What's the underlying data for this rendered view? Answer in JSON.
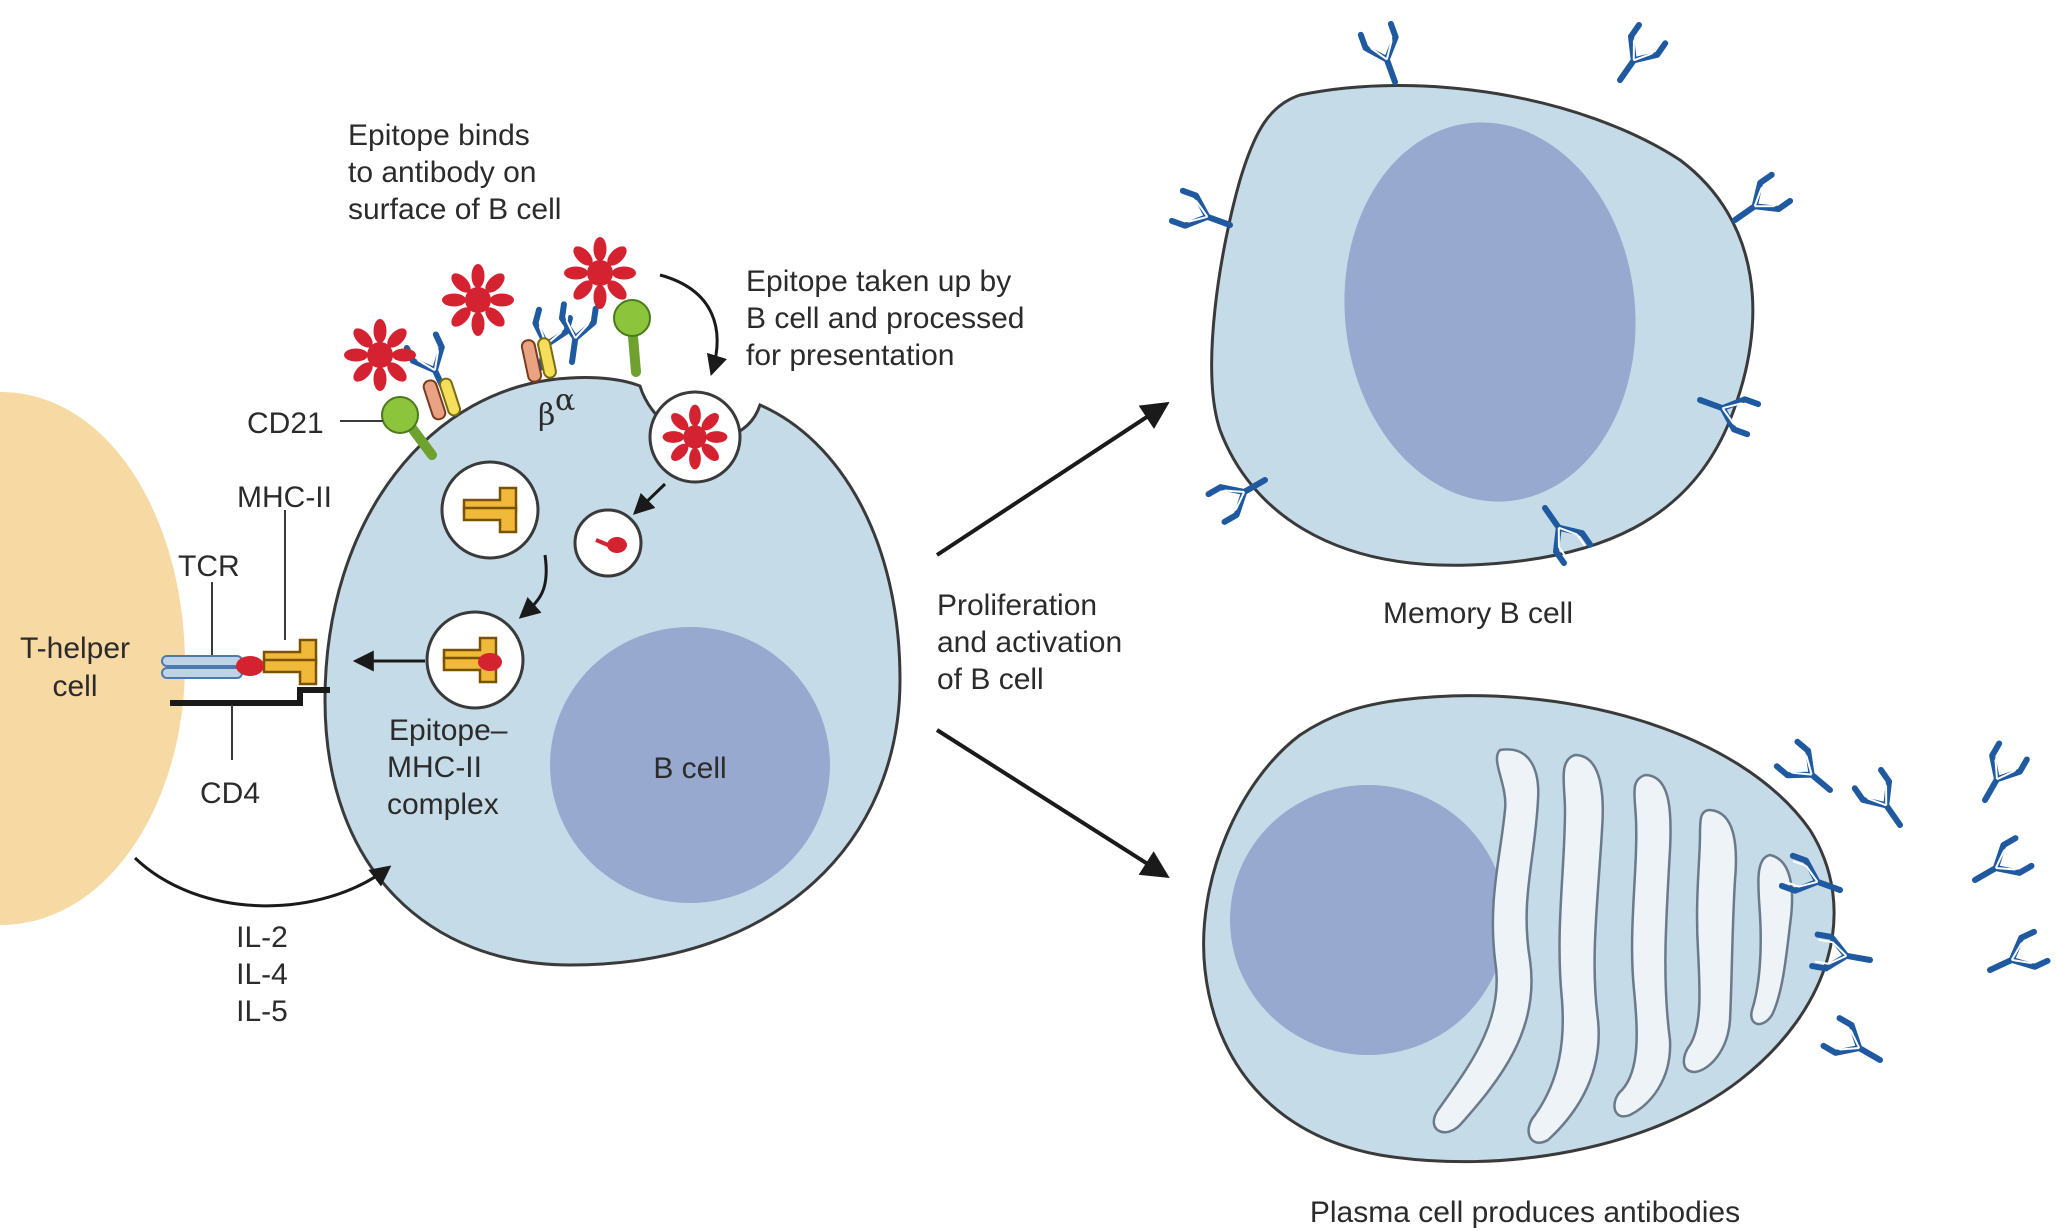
{
  "labels": {
    "epitope_binds": [
      "Epitope binds",
      "to antibody on",
      "surface of B cell"
    ],
    "epitope_taken": [
      "Epitope taken up by",
      "B cell and processed",
      "for presentation"
    ],
    "cd21": "CD21",
    "beta": "β",
    "alpha": "α",
    "mhc_ii": "MHC-II",
    "tcr": "TCR",
    "t_helper": [
      "T-helper",
      "cell"
    ],
    "cd4": "CD4",
    "epitope_complex": [
      "Epitope–",
      "MHC-II",
      "complex"
    ],
    "b_cell": "B cell",
    "interleukins": [
      "IL-2",
      "IL-4",
      "IL-5"
    ],
    "proliferation": [
      "Proliferation",
      "and activation",
      "of B cell"
    ],
    "memory_b_cell": "Memory B cell",
    "plasma_cell": "Plasma cell produces antibodies"
  },
  "colors": {
    "t_cell": "#f6d9a3",
    "cell_fill": "#c6dbe8",
    "cell_stroke": "#3a3a3a",
    "nucleus": "#97a9cf",
    "antibody": "#1f5aa0",
    "epitope": "#d42230",
    "cd21": "#8cc43c",
    "mhc": "#e8a825",
    "receptor": "#e9a383",
    "arrow": "#1a1a1a"
  }
}
